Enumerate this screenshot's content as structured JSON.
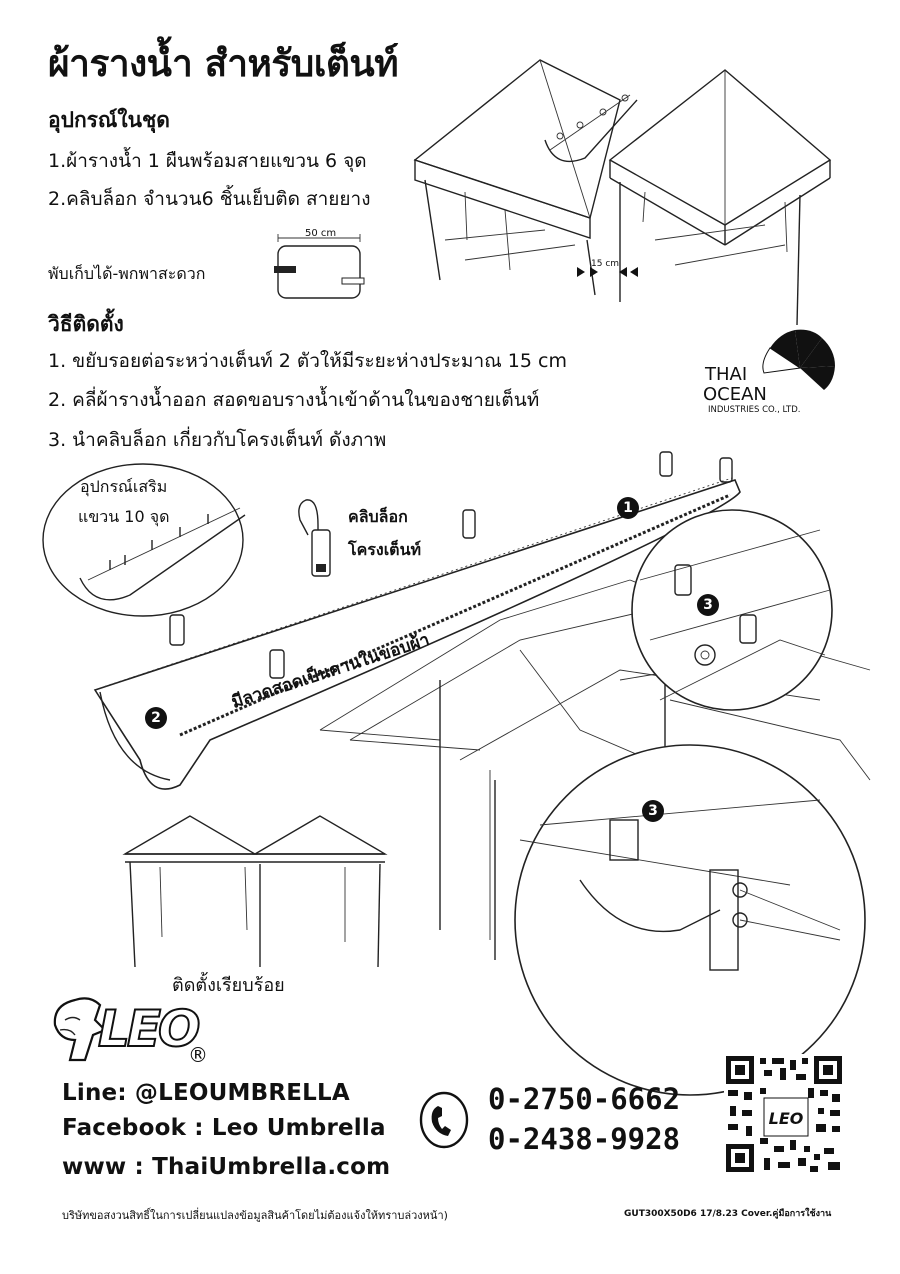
{
  "title": "ผ้ารางน้ำ สำหรับเต็นท์",
  "kit": {
    "heading": "อุปกรณ์ในชุด",
    "items": [
      "1.ผ้ารางน้ำ 1 ผืนพร้อมสายแขวน 6 จุด",
      "2.คลิบล็อก จำนวน6 ชิ้นเย็บติด สายยาง"
    ]
  },
  "fold": {
    "text": "พับเก็บได้-พกพาสะดวก",
    "dimension": "50 cm"
  },
  "gap_label": "15 cm",
  "install": {
    "heading": "วิธีติดตั้ง",
    "steps": [
      "1.  ขยับรอยต่อระหว่างเต็นท์ 2 ตัวให้มีระยะห่างประมาณ 15 cm",
      "2. คลี่ผ้ารางน้ำออก สอดขอบรางน้ำเข้าด้านในของชายเต็นท์",
      "3. นำคลิบล็อก เกี่ยวกับโครงเต็นท์ ดังภาพ"
    ]
  },
  "company": {
    "name_line1": "THAI",
    "name_line2": "OCEAN",
    "name_line3": "INDUSTRIES CO., LTD."
  },
  "accessory": {
    "line1": "อุปกรณ์เสริม",
    "line2": "แขวน 10 จุด"
  },
  "clip": {
    "line1": "คลิบล็อก",
    "line2": "โครงเต็นท์"
  },
  "wire_label": "มีลวดสอดเป็นคานในขอบผ้า",
  "badges": {
    "b1": "1",
    "b2": "2",
    "b3": "3"
  },
  "done_label": "ติดตั้งเรียบร้อย",
  "brand": {
    "name": "LEO",
    "registered": "®"
  },
  "contact": {
    "line": "Line: @LEOUMBRELLA",
    "facebook": "Facebook : Leo Umbrella",
    "web": "www : ThaiUmbrella.com",
    "phone1": "0-2750-6662",
    "phone2": "0-2438-9928"
  },
  "footer": {
    "disclaimer": "บริษัทขอสงวนสิทธิ์ในการเปลี่ยนแปลงข้อมูลสินค้าโดยไม่ต้องแจ้งให้ทราบล่วงหน้า)",
    "code": "GUT300X50D6 17/8.23 Cover.คู่มือการใช้งาน"
  },
  "icons": [
    "phone-icon",
    "qr-code-icon",
    "sunburst-logo-icon",
    "lion-logo-icon"
  ]
}
